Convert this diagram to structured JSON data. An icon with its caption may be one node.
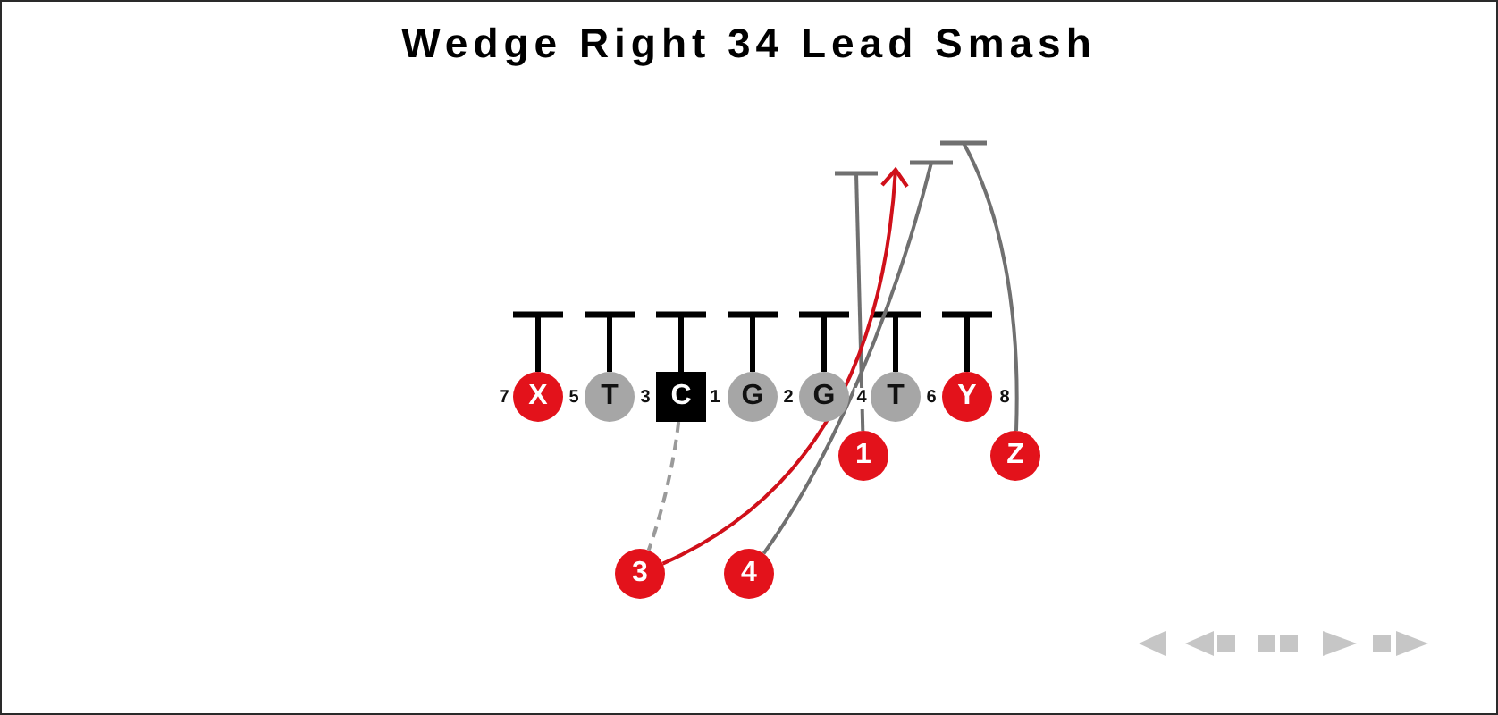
{
  "diagram": {
    "title": "Wedge Right 34 Lead Smash",
    "nodes": [
      {
        "text": [
          "X"
        ]
      },
      {
        "text": [
          "T"
        ]
      },
      {
        "text": [
          "C"
        ]
      },
      {
        "text": [
          "G"
        ]
      },
      {
        "text": [
          "G"
        ]
      },
      {
        "text": [
          "T"
        ]
      },
      {
        "text": [
          "Y"
        ]
      },
      {
        "text": [
          "1"
        ]
      },
      {
        "text": [
          "Z"
        ]
      },
      {
        "text": [
          "3"
        ]
      },
      {
        "text": [
          "4"
        ]
      }
    ],
    "edges": [
      {
        "from": 0,
        "to": null,
        "arrow": "other"
      },
      {
        "from": 1,
        "to": null,
        "arrow": "other"
      },
      {
        "from": 2,
        "to": null,
        "arrow": "other"
      },
      {
        "from": 3,
        "to": null,
        "arrow": "other"
      },
      {
        "from": 4,
        "to": null,
        "arrow": "other"
      },
      {
        "from": 5,
        "to": null,
        "arrow": "other"
      },
      {
        "from": 6,
        "to": null,
        "arrow": "other"
      },
      {
        "from": 7,
        "to": null,
        "arrow": "other",
        "color": "#707070"
      },
      {
        "from": 10,
        "to": null,
        "arrow": "other",
        "color": "#707070"
      },
      {
        "from": 8,
        "to": null,
        "arrow": "other",
        "color": "#707070"
      },
      {
        "from": 9,
        "to": null,
        "arrow": "to",
        "color": "#d0101a"
      },
      {
        "from": 2,
        "to": 9,
        "arrow": "none",
        "style": "dashed",
        "color": "#9a9a9a"
      }
    ],
    "labels": [
      "7",
      "5",
      "3",
      "1",
      "2",
      "4",
      "6",
      "8"
    ]
  }
}
